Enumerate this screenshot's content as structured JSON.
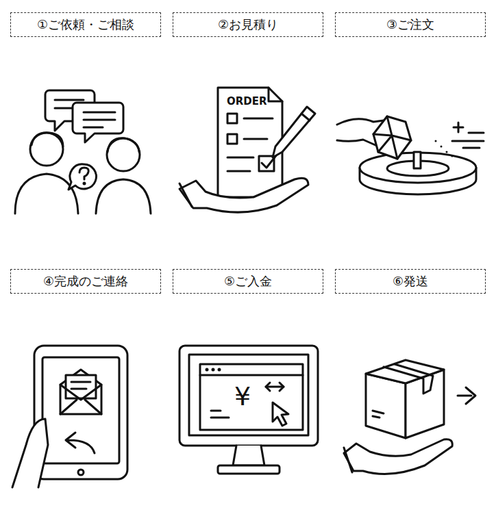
{
  "diagram": {
    "nodes": [
      {
        "text": [
          "①ご依頼・ご相談"
        ]
      },
      {
        "text": [
          "②お見積り"
        ]
      },
      {
        "text": [
          "③ご注文"
        ]
      },
      {
        "text": [
          "④完成のご連絡"
        ]
      },
      {
        "text": [
          "⑤ご入金"
        ]
      },
      {
        "text": [
          "⑥発送"
        ]
      }
    ],
    "labels": [
      "ORDER",
      "¥"
    ]
  }
}
